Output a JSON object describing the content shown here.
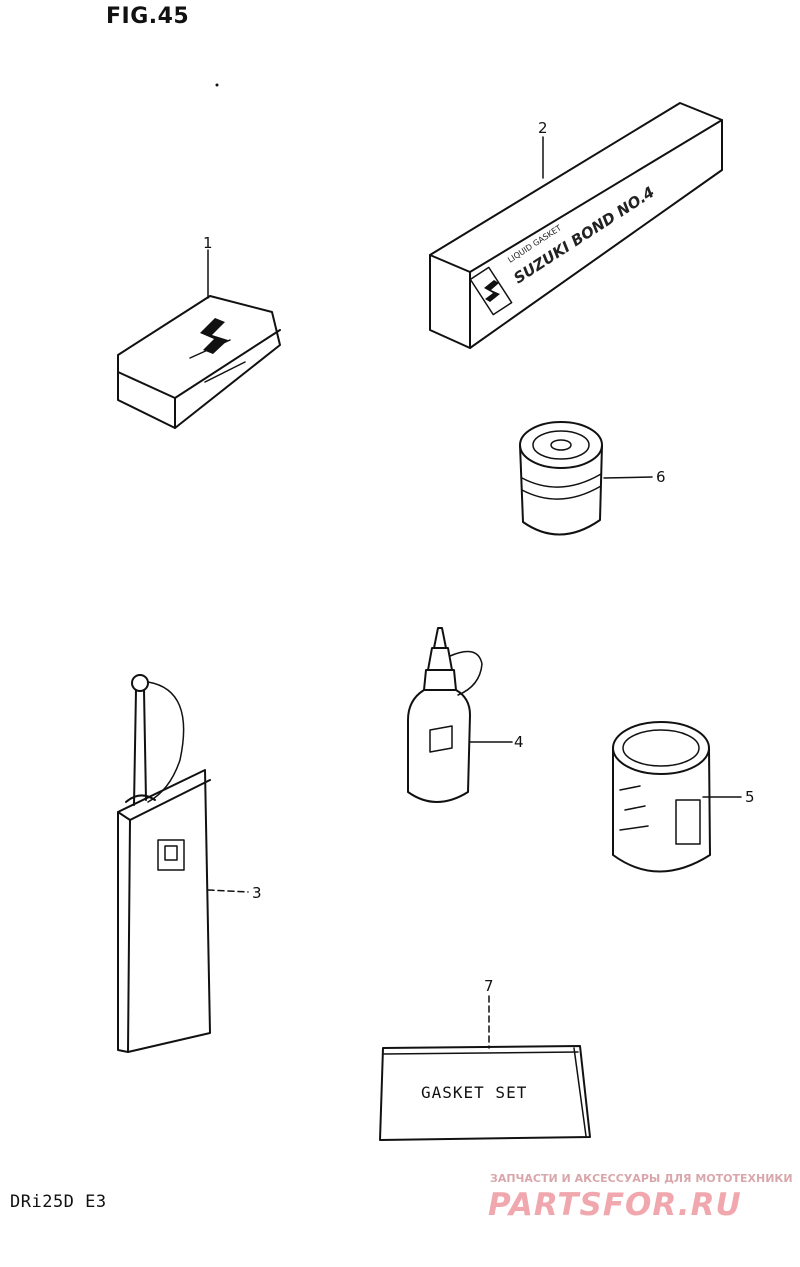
{
  "figure": {
    "title": "FIG.45",
    "model_code": "DRi25D E3"
  },
  "parts": [
    {
      "callout": "1",
      "name": "tube-box",
      "icon": "suzuki-logo"
    },
    {
      "callout": "2",
      "name": "bond-box",
      "label": "SUZUKI BOND NO.4",
      "sublabel": "LIQUID GASKET"
    },
    {
      "callout": "3",
      "name": "oil-can"
    },
    {
      "callout": "4",
      "name": "squeeze-bottle"
    },
    {
      "callout": "5",
      "name": "large-tin"
    },
    {
      "callout": "6",
      "name": "small-tin"
    },
    {
      "callout": "7",
      "name": "gasket-set",
      "label": "GASKET SET"
    }
  ],
  "watermark": {
    "tagline": "ЗАПЧАСТИ И АКСЕССУАРЫ ДЛЯ МОТОТЕХНИКИ",
    "brand": "PARTSFOR.RU",
    "color": "#f0a7ad"
  }
}
